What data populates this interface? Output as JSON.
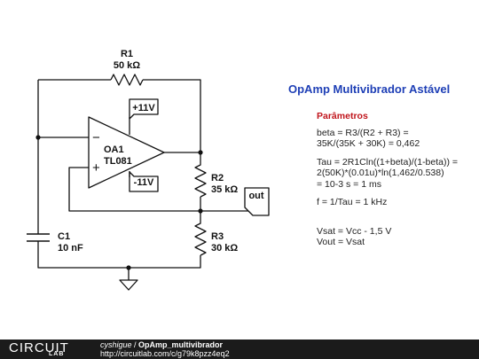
{
  "title": "OpAmp Multivibrador Astável",
  "components": {
    "r1": {
      "ref": "R1",
      "value": "50 kΩ"
    },
    "r2": {
      "ref": "R2",
      "value": "35 kΩ"
    },
    "r3": {
      "ref": "R3",
      "value": "30 kΩ"
    },
    "c1": {
      "ref": "C1",
      "value": "10 nF"
    },
    "oa1": {
      "ref": "OA1",
      "model": "TL081",
      "minus": "−",
      "plus": "+"
    },
    "vpos": "+11V",
    "vneg": "-11V",
    "out": "out"
  },
  "params": {
    "header": "Parâmetros",
    "blocks": [
      [
        "beta = R3/(R2 + R3) =",
        "35K/(35K + 30K) = 0,462"
      ],
      [
        "Tau = 2R1Cln((1+beta)/(1-beta)) =",
        "2(50K)*(0.01u)*ln(1,462/0.538)",
        "= 10-3 s = 1 ms"
      ],
      [
        "f = 1/Tau = 1 kHz"
      ],
      [
        "Vsat = Vcc - 1,5 V",
        "Vout = Vsat"
      ]
    ]
  },
  "footer": {
    "logo_top": "CIRCUIT",
    "logo_bottom": "LAB",
    "user": "cyshigue",
    "separator": " / ",
    "circuit_name": "OpAmp_multivibrador",
    "url": "http://circuitlab.com/c/g79k8pzz4eq2"
  }
}
